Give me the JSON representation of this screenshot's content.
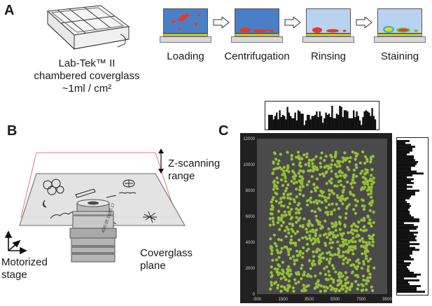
{
  "panels": {
    "a": "A",
    "b": "B",
    "c": "C"
  },
  "panel_a": {
    "product_line1": "Lab-Tek™ II",
    "product_line2": "chambered coverglass",
    "product_line3": "~1ml / cm²",
    "steps": [
      "Loading",
      "Centrifugation",
      "Rinsing",
      "Staining"
    ]
  },
  "panel_b": {
    "z_scan_line1": "Z-scanning",
    "z_scan_line2": "range",
    "coverglass_line1": "Coverglass",
    "coverglass_line2": "plane",
    "stage_line1": "Motorized",
    "stage_line2": "stage",
    "objective_text": "40/0.25 160/0.17"
  },
  "chart_data": {
    "type": "scatter",
    "x_ticks": [
      "-500",
      "1500",
      "3500",
      "5500",
      "7500",
      "9500"
    ],
    "y_ticks": [
      "0",
      "2000",
      "4000",
      "6000",
      "8000",
      "10000",
      "12000"
    ],
    "xlim": [
      -500,
      9500
    ],
    "ylim": [
      0,
      12000
    ],
    "point_color": "#9bc23c",
    "background_color": "#4a4a4a",
    "x_range_points": [
      500,
      8500
    ],
    "y_range_points": [
      200,
      11000
    ],
    "point_count_approx": 900,
    "marginal_histograms": {
      "top": "x-distribution",
      "right": "y-distribution"
    }
  },
  "colors": {
    "medium_blue": "#4a7fc7",
    "rinse_blue": "#b9d2ef",
    "cell_red": "#e23b2a",
    "coverglass_yellow": "#e8e000",
    "stain_cyan": "#2fb5c8",
    "stain_green": "#6abf3a"
  }
}
